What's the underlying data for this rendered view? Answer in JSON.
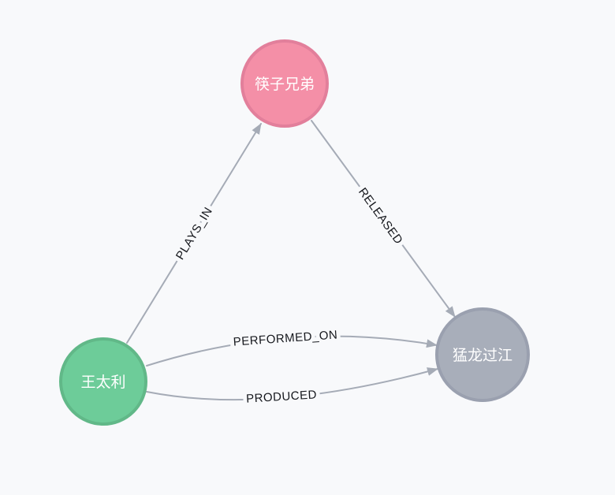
{
  "canvas": {
    "background_color": "#F8F9FB"
  },
  "graph": {
    "edge_color": "#A5ABB6",
    "edge_label_color": "#16181D",
    "nodes": [
      {
        "id": "chopsticks-brothers",
        "label": "筷子兄弟",
        "fill": "#F48FA7",
        "border_color": "#E27F9B",
        "label_color": "#FFFFFF"
      },
      {
        "id": "wang-taili",
        "label": "王太利",
        "fill": "#6DCC99",
        "border_color": "#61B888",
        "label_color": "#FFFFFF"
      },
      {
        "id": "menglong-guojiang",
        "label": "猛龙过江",
        "fill": "#A8AEBA",
        "border_color": "#9AA0AF",
        "label_color": "#FFFFFF"
      }
    ],
    "edges": [
      {
        "label": "PLAYS_IN",
        "from": "王太利",
        "to": "筷子兄弟"
      },
      {
        "label": "RELEASED",
        "from": "筷子兄弟",
        "to": "猛龙过江"
      },
      {
        "label": "PERFORMED_ON",
        "from": "王太利",
        "to": "猛龙过江"
      },
      {
        "label": "PRODUCED",
        "from": "王太利",
        "to": "猛龙过江"
      }
    ]
  }
}
